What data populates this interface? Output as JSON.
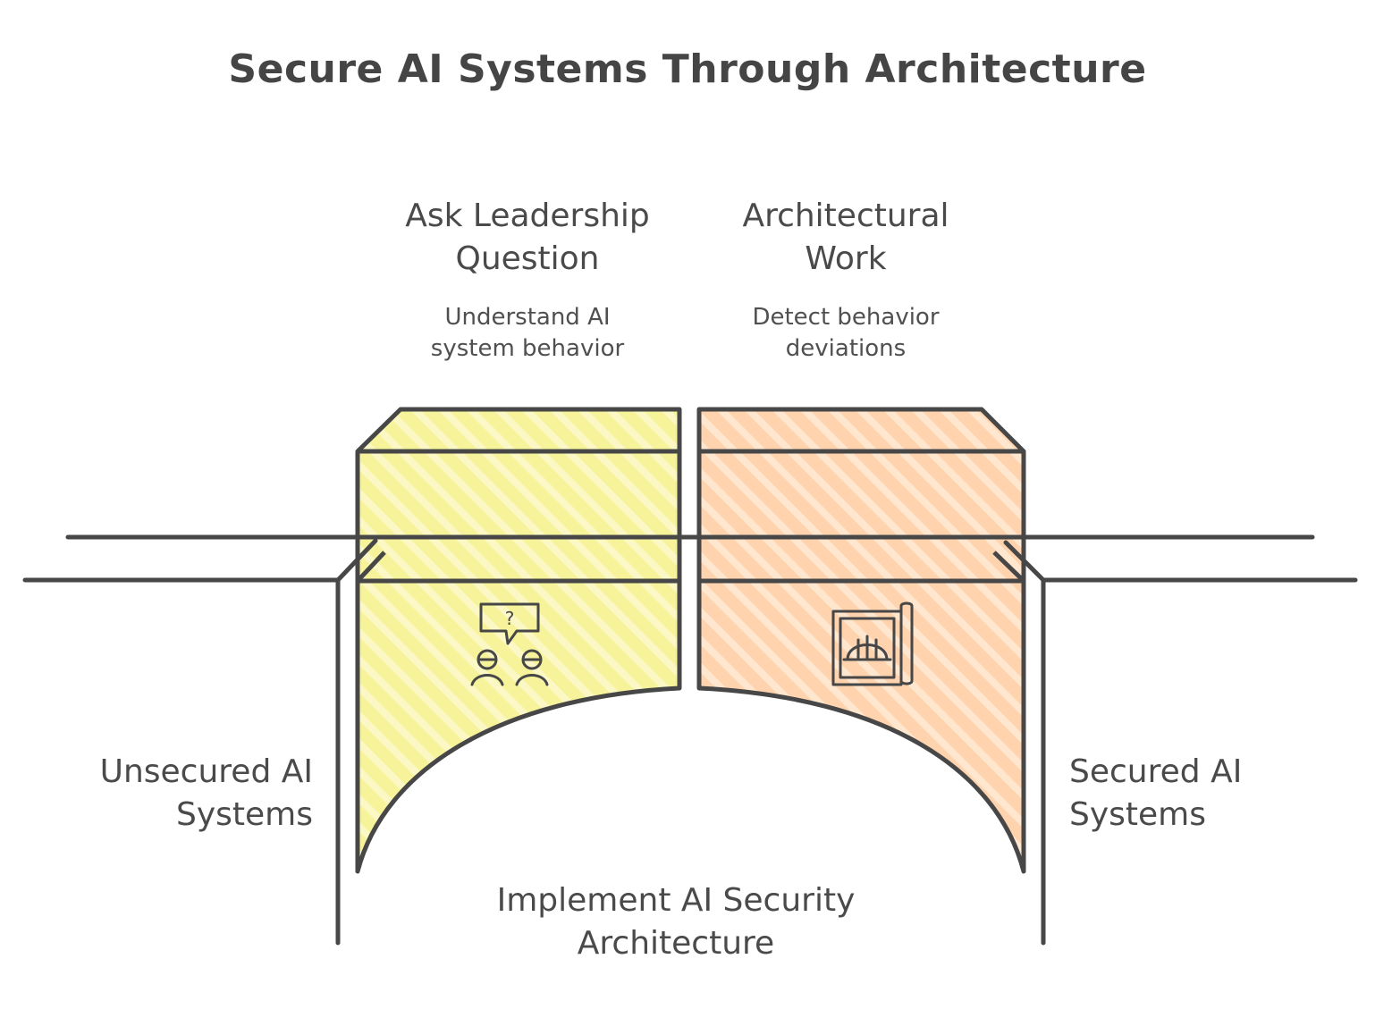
{
  "title": "Secure AI Systems Through Architecture",
  "steps": [
    {
      "heading_line1": "Ask Leadership",
      "heading_line2": "Question",
      "description_line1": "Understand AI",
      "description_line2": "system behavior",
      "icon": "question-people-icon",
      "fill_color": "#f7f39a"
    },
    {
      "heading_line1": "Architectural",
      "heading_line2": "Work",
      "description_line1": "Detect behavior",
      "description_line2": "deviations",
      "icon": "architect-hardhat-icon",
      "fill_color": "#ffd6b0"
    }
  ],
  "left_bank": {
    "line1": "Unsecured AI",
    "line2": "Systems"
  },
  "right_bank": {
    "line1": "Secured AI",
    "line2": "Systems"
  },
  "bridge_label": {
    "line1": "Implement AI Security",
    "line2": "Architecture"
  },
  "colors": {
    "stroke": "#474747",
    "yellow_fill": "#f7f39a",
    "peach_fill": "#ffd6b0"
  }
}
